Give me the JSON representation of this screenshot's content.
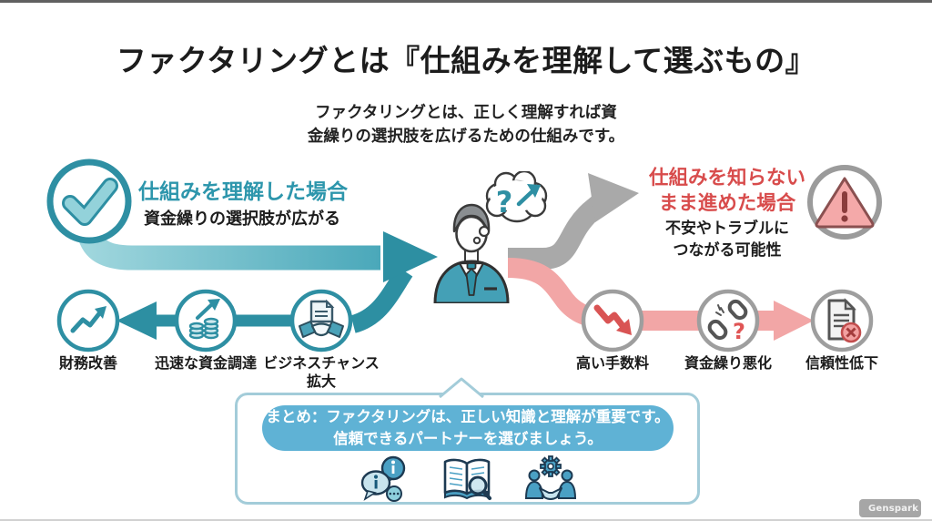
{
  "title": "ファクタリングとは『仕組みを理解して選ぶもの』",
  "subtitle": {
    "line1": "ファクタリングとは、正しく理解すれば資",
    "line2": "金繰りの選択肢を広げるための仕組みです。"
  },
  "understood_path": {
    "heading": "仕組みを理解した場合",
    "subheading": "資金繰りの選択肢が広がる",
    "heading_color": "#2d96ac",
    "icon": "check-circle-icon",
    "benefits": [
      {
        "label": "財務改善",
        "icon": "trend-up-chart-icon"
      },
      {
        "label": "迅速な資金調達",
        "icon": "coins-growth-icon"
      },
      {
        "label": "ビジネスチャンス拡大",
        "icon": "handshake-document-icon"
      }
    ]
  },
  "unknown_path": {
    "heading_line1": "仕組みを知らない",
    "heading_line2": "まま進めた場合",
    "subheading_line1": "不安やトラブルに",
    "subheading_line2": "つながる可能性",
    "heading_color": "#d84c4c",
    "icon": "warning-triangle-icon",
    "risks": [
      {
        "label": "高い手数料",
        "icon": "declining-arrow-icon"
      },
      {
        "label": "資金繰り悪化",
        "icon": "broken-chain-icon"
      },
      {
        "label": "信頼性低下",
        "icon": "document-error-icon"
      }
    ]
  },
  "center": {
    "icon": "businessman-icon",
    "thought": {
      "icon": "question-arrow-thought-icon"
    }
  },
  "summary": {
    "line1": "まとめ：ファクタリングは、正しい知識と理解が重要です。",
    "line2": "信頼できるパートナーを選びましょう。",
    "banner_color": "#5fb2d5",
    "icons": [
      "info-chat-icon",
      "book-search-icon",
      "partnership-gear-icon"
    ]
  },
  "watermark": {
    "label": "Genspark"
  },
  "colors": {
    "teal_dark": "#2d8fa2",
    "teal_light": "#9fd6dd",
    "gray_arrow": "#a9a9a9",
    "pink_arrow": "#f2a6a6",
    "red_text": "#d84c4c",
    "risk_ring": "#9e9e9e",
    "summary_border": "#a3ccd9",
    "summary_icon_blue": "#4aa0c4"
  }
}
